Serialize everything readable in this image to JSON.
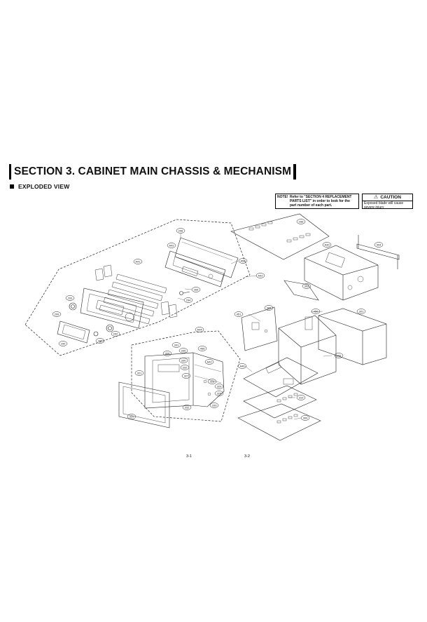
{
  "header": {
    "section_title": "SECTION 3. CABINET MAIN CHASSIS & MECHANISM",
    "subtitle": "EXPLODED VIEW"
  },
  "note": {
    "label": "NOTE!",
    "text": "Refer to \"SECTION 4 REPLACEMENT PARTS LIST\" in order to look for the part number of each part."
  },
  "caution": {
    "title": "CAUTION",
    "text": "Exposed blade will cause severe injury"
  },
  "parts": {
    "p298": "298",
    "a42a": "A42",
    "a50": "A50",
    "a42b": "A42",
    "a41": "A41",
    "p265": "265",
    "p294": "294",
    "p293": "293",
    "p299": "299",
    "p290": "290",
    "p295": "295",
    "p292": "292",
    "a44": "A44",
    "p331": "331",
    "p456": "456",
    "p321": "321",
    "p326": "326",
    "p335": "335",
    "p330": "330",
    "a42c": "A42",
    "p327": "327",
    "p328": "328",
    "p329": "329",
    "p324": "324",
    "p333": "333",
    "p332": "332",
    "p320": "320",
    "p296": "296",
    "a30": "A30",
    "p304": "304",
    "p302": "302",
    "p305": "305",
    "p451": "451",
    "p450": "450",
    "p301": "301",
    "a46": "A46",
    "p306": "306",
    "p310": "310",
    "p309": "309"
  },
  "page_numbers": {
    "left": "3-1",
    "right": "3-2"
  }
}
